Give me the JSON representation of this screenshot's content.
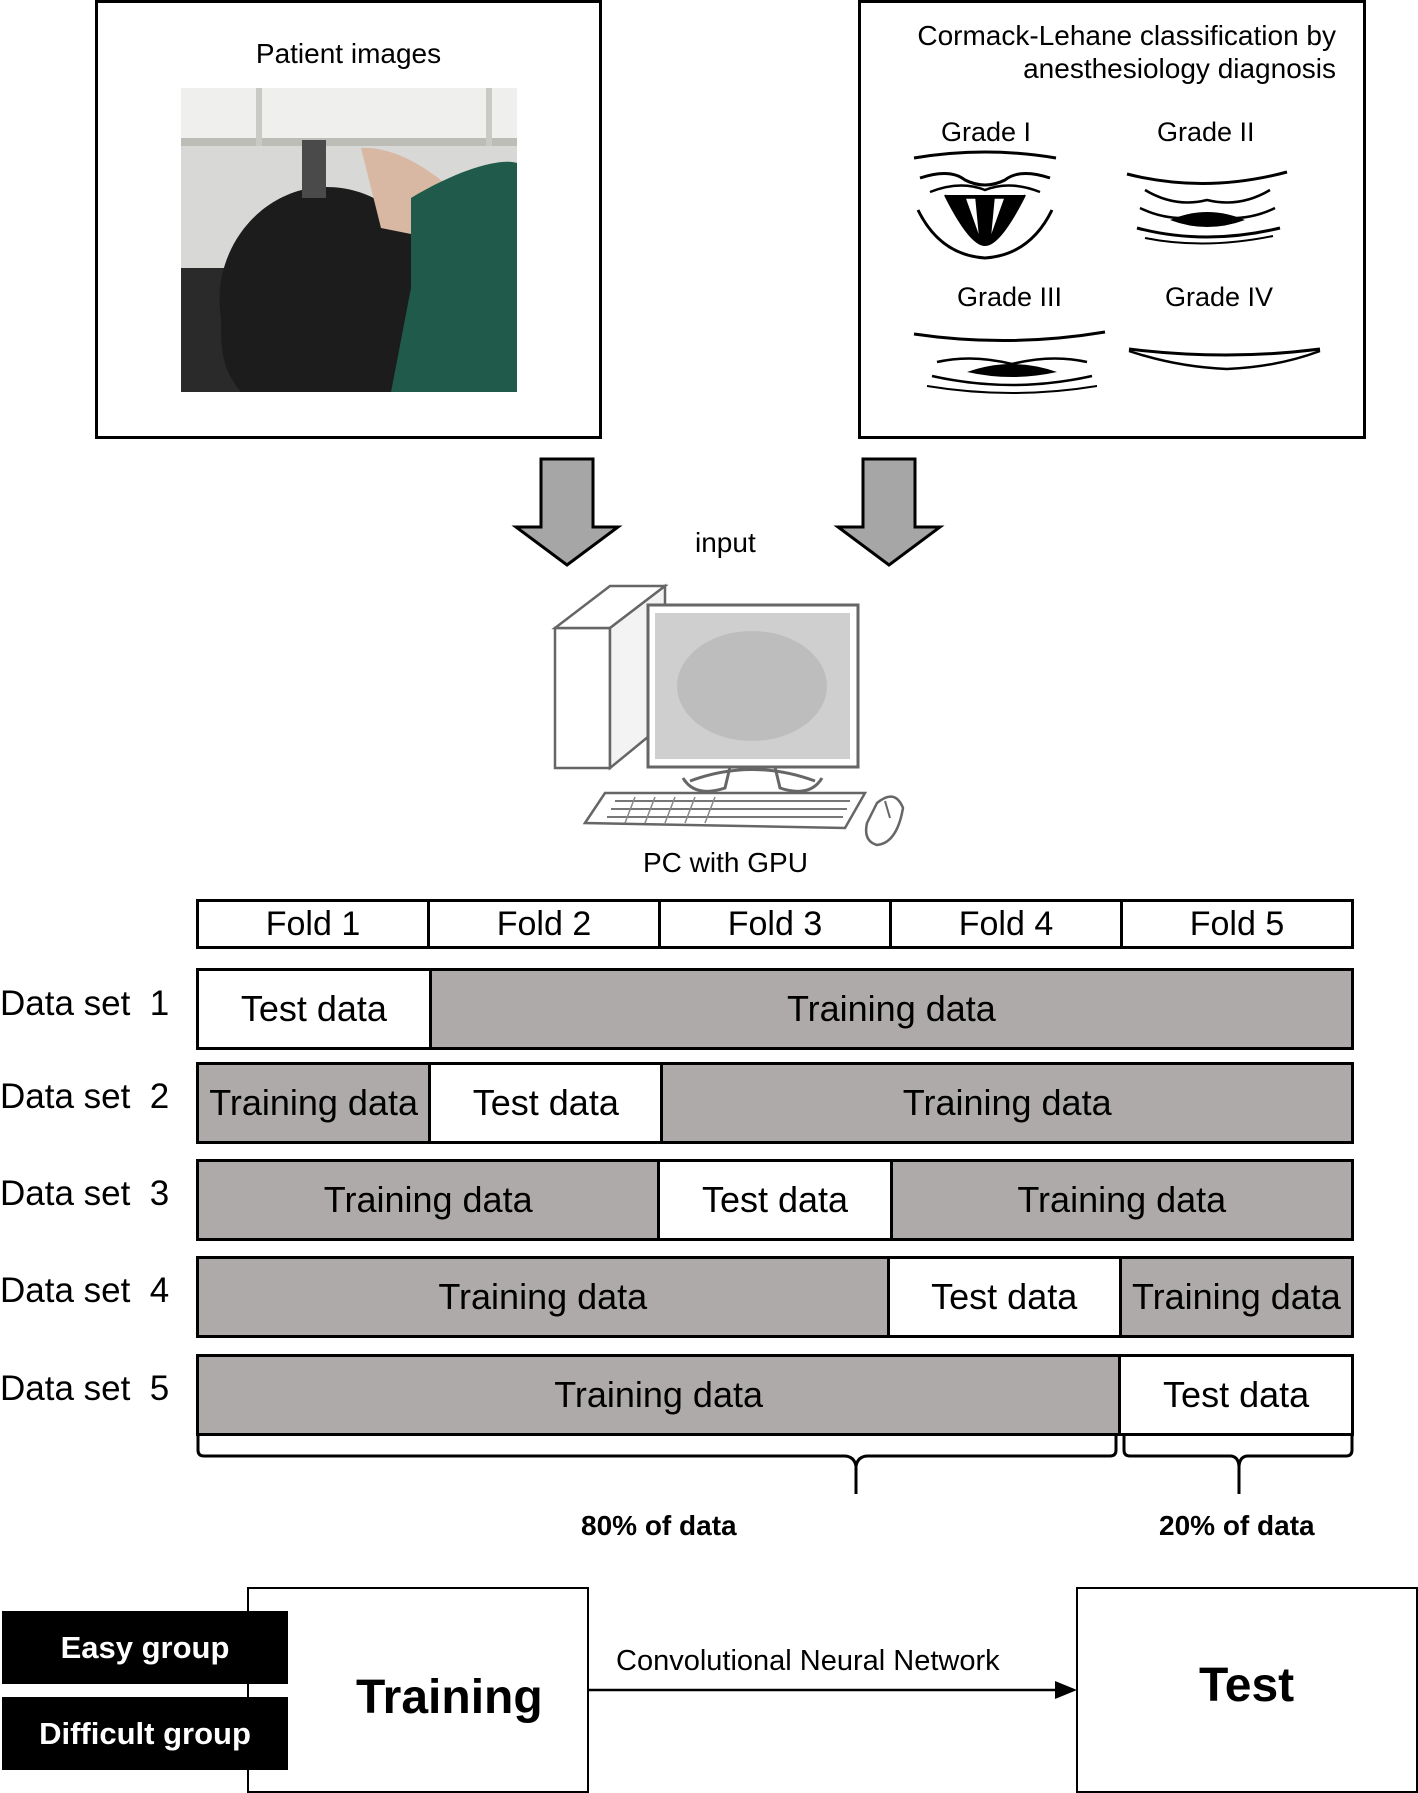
{
  "patient_panel": {
    "title": "Patient images"
  },
  "cl_panel": {
    "title_line1": "Cormack-Lehane classification by",
    "title_line2": "anesthesiology diagnosis",
    "grades": [
      "Grade I",
      "Grade II",
      "Grade III",
      "Grade IV"
    ]
  },
  "input_label": "input",
  "pc_label": "PC with GPU",
  "folds": [
    "Fold 1",
    "Fold 2",
    "Fold 3",
    "Fold 4",
    "Fold 5"
  ],
  "datasets": [
    {
      "label": "Data set  1",
      "segments": [
        {
          "text": "Test data",
          "kind": "test",
          "span": 1
        },
        {
          "text": "Training data",
          "kind": "train",
          "span": 4
        }
      ]
    },
    {
      "label": "Data set  2",
      "segments": [
        {
          "text": "Training data",
          "kind": "train",
          "span": 1
        },
        {
          "text": "Test data",
          "kind": "test",
          "span": 1
        },
        {
          "text": "Training data",
          "kind": "train",
          "span": 3
        }
      ]
    },
    {
      "label": "Data set  3",
      "segments": [
        {
          "text": "Training data",
          "kind": "train",
          "span": 2
        },
        {
          "text": "Test data",
          "kind": "test",
          "span": 1
        },
        {
          "text": "Training data",
          "kind": "train",
          "span": 2
        }
      ]
    },
    {
      "label": "Data set  4",
      "segments": [
        {
          "text": "Training data",
          "kind": "train",
          "span": 3
        },
        {
          "text": "Test data",
          "kind": "test",
          "span": 1
        },
        {
          "text": "Training data",
          "kind": "train",
          "span": 1
        }
      ]
    },
    {
      "label": "Data set  5",
      "segments": [
        {
          "text": "Training data",
          "kind": "train",
          "span": 4
        },
        {
          "text": "Test data",
          "kind": "test",
          "span": 1
        }
      ]
    }
  ],
  "split": {
    "train_label": "80% of data",
    "test_label": "20% of data"
  },
  "pipeline": {
    "easy_group": "Easy group",
    "difficult_group": "Difficult group",
    "training": "Training",
    "cnn": "Convolutional Neural Network",
    "test": "Test"
  },
  "colors": {
    "training_fill": "#aeaaaa",
    "test_fill": "#ffffff",
    "arrow_fill": "#a6a6a6"
  }
}
